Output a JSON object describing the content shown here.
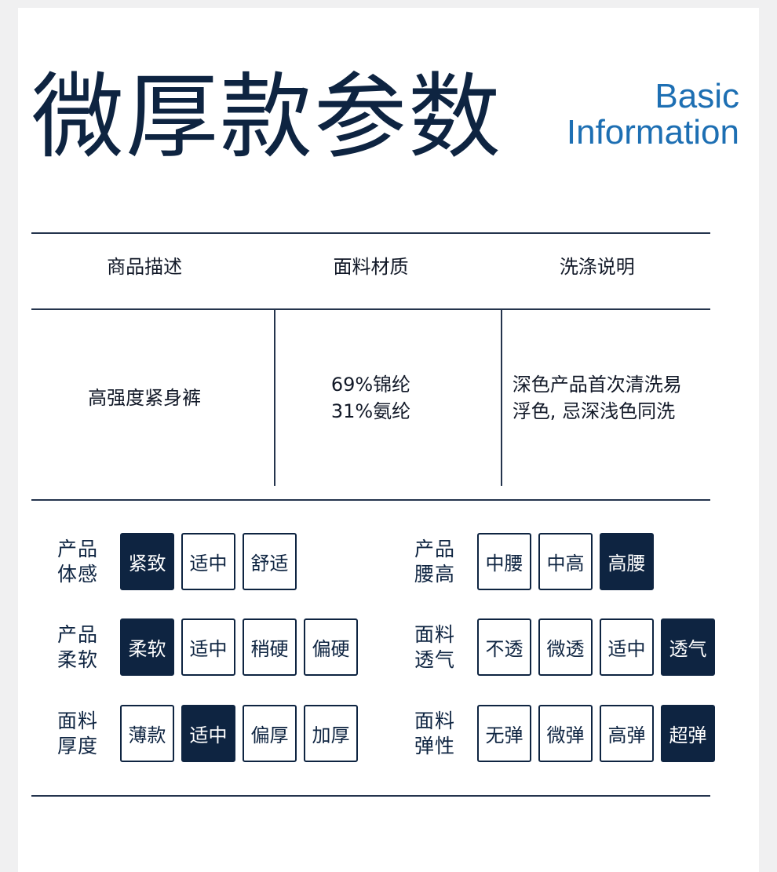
{
  "title": "微厚款参数",
  "subtitle": {
    "line1": "Basic",
    "line2": "Information"
  },
  "table": {
    "headers": [
      "商品描述",
      "面料材质",
      "洗涤说明"
    ],
    "description": "高强度紧身裤",
    "material": [
      "69%锦纶",
      "31%氨纶"
    ],
    "washing": [
      "深色产品首次清洗易",
      "浮色, 忌深浅色同洗"
    ]
  },
  "params": {
    "left": [
      {
        "label": [
          "产品",
          "体感"
        ],
        "options": [
          "紧致",
          "适中",
          "舒适"
        ],
        "selected": 0
      },
      {
        "label": [
          "产品",
          "柔软"
        ],
        "options": [
          "柔软",
          "适中",
          "稍硬",
          "偏硬"
        ],
        "selected": 0
      },
      {
        "label": [
          "面料",
          "厚度"
        ],
        "options": [
          "薄款",
          "适中",
          "偏厚",
          "加厚"
        ],
        "selected": 1
      }
    ],
    "right": [
      {
        "label": [
          "产品",
          "腰高"
        ],
        "options": [
          "中腰",
          "中高",
          "高腰"
        ],
        "selected": 2
      },
      {
        "label": [
          "面料",
          "透气"
        ],
        "options": [
          "不透",
          "微透",
          "适中",
          "透气"
        ],
        "selected": 3
      },
      {
        "label": [
          "面料",
          "弹性"
        ],
        "options": [
          "无弹",
          "微弹",
          "高弹",
          "超弹"
        ],
        "selected": 3
      }
    ]
  },
  "colors": {
    "navy": "#0e2441",
    "accent_blue": "#1d6fb3"
  }
}
